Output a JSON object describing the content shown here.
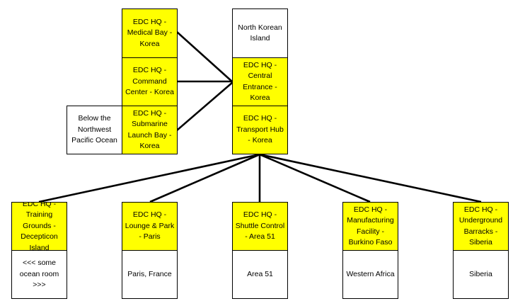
{
  "colors": {
    "room_fill": "#ffff00",
    "location_fill": "#ffffff",
    "border": "#000000",
    "connector": "#000000"
  },
  "top_left_column": {
    "rooms": [
      {
        "label": "EDC HQ - Medical Bay - Korea"
      },
      {
        "label": "EDC HQ - Command Center - Korea"
      },
      {
        "label": "EDC HQ - Submarine Launch Bay - Korea"
      }
    ],
    "side_location": "Below the Northwest Pacific Ocean"
  },
  "top_center_column": {
    "location": "North Korean Island",
    "rooms": [
      {
        "label": "EDC HQ - Central Entrance - Korea"
      },
      {
        "label": "EDC HQ - Transport Hub - Korea"
      }
    ]
  },
  "bottom_row": [
    {
      "room": "EDC HQ - Training Grounds - Decepticon Island",
      "location": "<<< some ocean room >>>"
    },
    {
      "room": "EDC HQ - Lounge & Park - Paris",
      "location": "Paris, France"
    },
    {
      "room": "EDC HQ - Shuttle Control - Area 51",
      "location": "Area 51"
    },
    {
      "room": "EDC HQ - Manufacturing Facility - Burkino Faso",
      "location": "Western Africa"
    },
    {
      "room": "EDC HQ - Underground Barracks - Siberia",
      "location": "Siberia"
    }
  ]
}
